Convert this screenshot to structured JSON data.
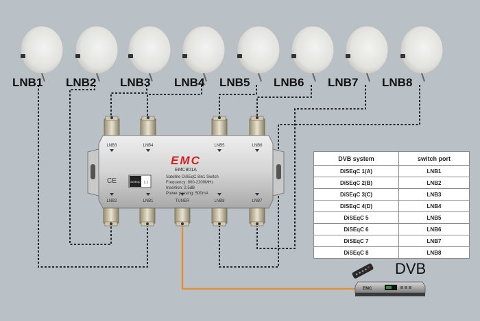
{
  "lnb_labels": [
    "LNB1",
    "LNB2",
    "LNB3",
    "LNB4",
    "LNB5",
    "LNB6",
    "LNB7",
    "LNB8"
  ],
  "switch": {
    "brand": "EMC",
    "model": "EMC801A",
    "port_labels_top": [
      "LNB3",
      "LNB4",
      "LNB5",
      "LNB6"
    ],
    "port_labels_bottom": [
      "LNB2",
      "LNB1",
      "TUNER",
      "LNB8",
      "LNB7"
    ],
    "spec_lines": [
      "Satellite DiSEqC 8in1 Switch",
      "Frequency: 900-2200MHz",
      "Insertion: 2.5dB",
      "Power passing: 500mA"
    ],
    "diseqc_badge": "DiSEqC",
    "diseqc_version": "1.1",
    "ce_mark": "CE"
  },
  "table": {
    "headers": [
      "DVB system",
      "switch port"
    ],
    "rows": [
      [
        "DiSEqC 1(A)",
        "LNB1"
      ],
      [
        "DiSEqC 2(B)",
        "LNB2"
      ],
      [
        "DiSEqC 3(C)",
        "LNB3"
      ],
      [
        "DiSEqC 4(D)",
        "LNB4"
      ],
      [
        "DiSEqC 5",
        "LNB5"
      ],
      [
        "DiSEqC 6",
        "LNB6"
      ],
      [
        "DiSEqC 7",
        "LNB7"
      ],
      [
        "DiSEqC 8",
        "LNB8"
      ]
    ]
  },
  "receiver": {
    "label": "DVB",
    "brand": "EMC"
  },
  "colors": {
    "background": "#b9c0c6",
    "dish": "#e6e6e4",
    "cable_lnb": "#111111",
    "cable_tuner": "#e88a2a",
    "switch_body": "#d9d9d9",
    "brand_red": "#d21f26"
  },
  "icons": [
    "satellite-dish-icon",
    "remote-control-icon",
    "set-top-box-icon"
  ]
}
